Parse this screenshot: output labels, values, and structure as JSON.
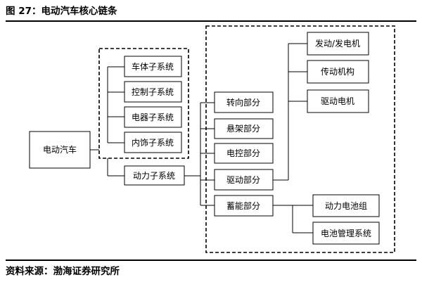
{
  "header": {
    "title": "图 27：电动汽车核心链条"
  },
  "footer": {
    "source": "资料来源：渤海证券研究所"
  },
  "diagram": {
    "root": "电动汽车",
    "body_group": [
      "车体子系统",
      "控制子系统",
      "电器子系统",
      "内饰子系统"
    ],
    "powertrain": "动力子系统",
    "parts": [
      "转向部分",
      "悬架部分",
      "电控部分",
      "驱动部分",
      "蓄能部分"
    ],
    "drive_children": [
      "发动/发电机",
      "传动机构",
      "驱动电机"
    ],
    "storage_children": [
      "动力电池组",
      "电池管理系统"
    ]
  }
}
